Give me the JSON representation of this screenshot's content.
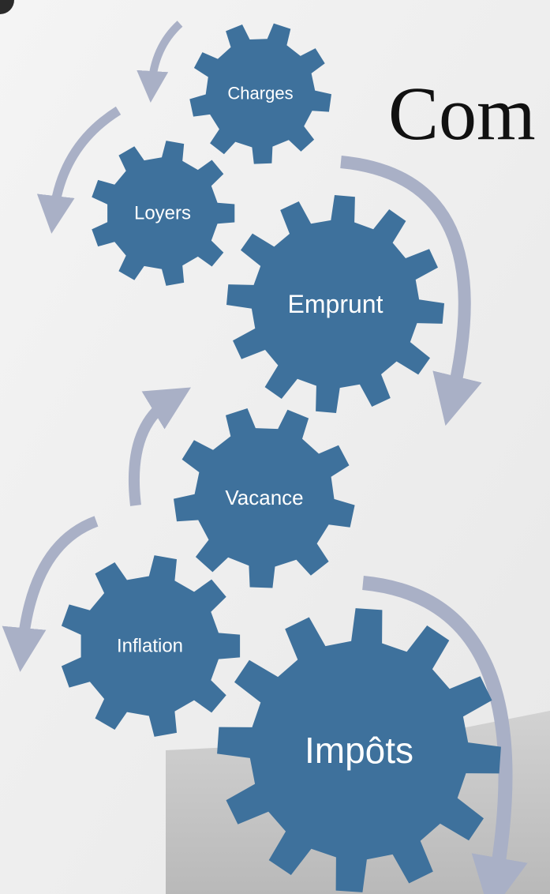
{
  "title_fragment": "Com",
  "colors": {
    "background": "#efefef",
    "gear": "#3e719c",
    "arrow": "#a9b0c6",
    "block": "#c9c9c9"
  },
  "gears": [
    {
      "id": "charges",
      "label": "Charges"
    },
    {
      "id": "loyers",
      "label": "Loyers"
    },
    {
      "id": "emprunt",
      "label": "Emprunt"
    },
    {
      "id": "vacance",
      "label": "Vacance"
    },
    {
      "id": "inflation",
      "label": "Inflation"
    },
    {
      "id": "impots",
      "label": "Impôts"
    }
  ]
}
